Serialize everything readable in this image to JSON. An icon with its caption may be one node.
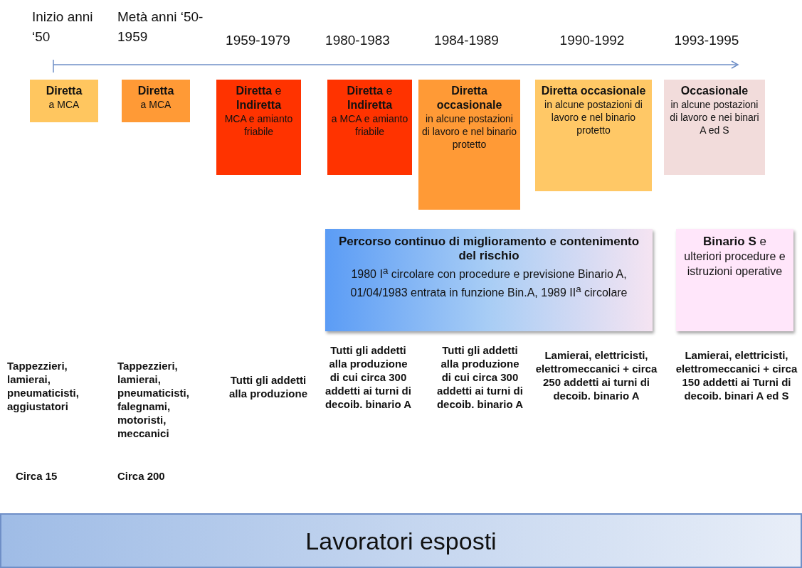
{
  "diagram": {
    "nodes": [
      {
        "text": [
          "Diretta",
          "a MCA"
        ]
      },
      {
        "text": [
          "Diretta",
          "a MCA"
        ]
      },
      {
        "text": [
          "**Diretta** e **Indiretta**",
          "MCA e amianto friabile"
        ]
      },
      {
        "text": [
          "**Diretta** e **Indiretta**",
          "a MCA e amianto friabile"
        ]
      },
      {
        "text": [
          "Diretta occasionale",
          "in alcune postazioni di lavoro e nel binario protetto"
        ]
      },
      {
        "text": [
          "Diretta occasionale",
          "in alcune postazioni di lavoro e nel binario protetto"
        ]
      },
      {
        "text": [
          "Occasionale",
          "in alcune postazioni di lavoro e nei binari A ed S"
        ]
      },
      {
        "text": [
          "Percorso continuo di miglioramento e contenimento del rischio",
          "1980 I$^{a}$ circolare con procedure e previsione Binario A, 01/04/1983 entrata in funzione Bin.A, 1989 II$^{a}$ circolare"
        ]
      },
      {
        "text": [
          "**Binario S** e",
          "ulteriori procedure e istruzioni operative"
        ]
      },
      {
        "text": [
          "Lavoratori esposti"
        ]
      }
    ],
    "labels": [
      "Inizio anni ‘50",
      "Metà anni ‘50-1959",
      "1959-1979",
      "1980-1983",
      "1984-1989",
      "1990-1992",
      "1993-1995",
      "Tappezzieri, lamierai, pneumaticisti, aggiustatori",
      "Tappezzieri, lamierai, pneumaticisti, falegnami, motoristi, meccanici",
      "Tutti gli addetti alla produzione",
      "Tutti gli addetti alla produzione di cui circa 300 addetti ai turni di decoib. binario A",
      "Tutti gli addetti alla produzione di cui circa 300 addetti ai turni di decoib. binario A",
      "Lamierai, elettricisti, elettromeccanici + circa 250 addetti ai turni di decoib. binario A",
      "Lamierai, elettricisti, elettromeccanici + circa 150 addetti ai Turni di decoib. binari A ed S",
      "Circa 15",
      "Circa 200"
    ]
  }
}
